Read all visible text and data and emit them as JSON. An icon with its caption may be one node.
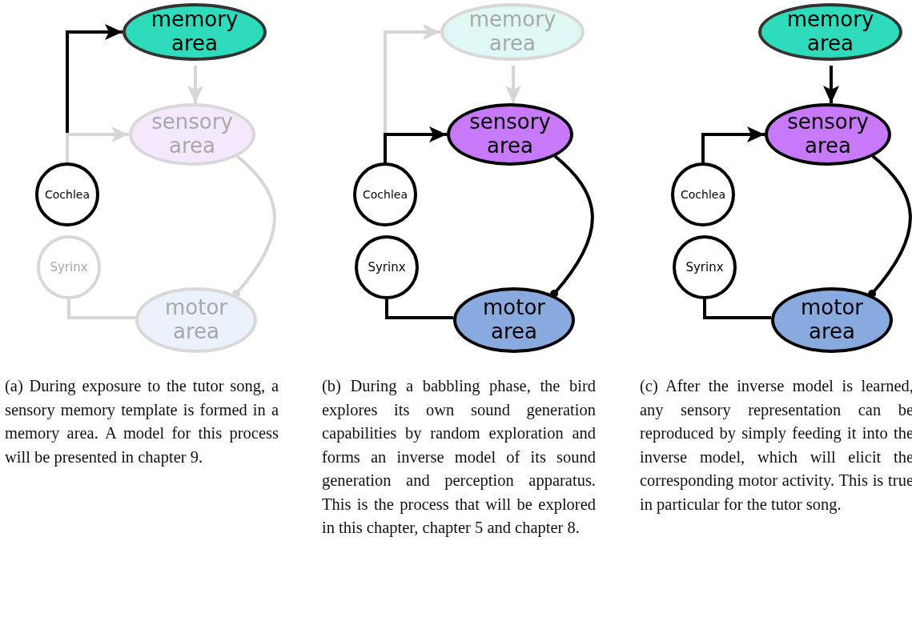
{
  "diagram": {
    "nodes": [
      {
        "text": [
          "memory area"
        ]
      },
      {
        "text": [
          "sensory area"
        ]
      },
      {
        "text": [
          "Cochlea"
        ]
      },
      {
        "text": [
          "Syrinx"
        ]
      },
      {
        "text": [
          "motor area"
        ]
      },
      {
        "text": [
          "memory area"
        ]
      },
      {
        "text": [
          "sensory area"
        ]
      },
      {
        "text": [
          "Cochlea"
        ]
      },
      {
        "text": [
          "Syrinx"
        ]
      },
      {
        "text": [
          "motor area"
        ]
      },
      {
        "text": [
          "memory area"
        ]
      },
      {
        "text": [
          "sensory area"
        ]
      },
      {
        "text": [
          "Cochlea"
        ]
      },
      {
        "text": [
          "Syrinx"
        ]
      },
      {
        "text": [
          "motor area"
        ]
      }
    ],
    "edges": [
      {
        "from": 2,
        "to": 0,
        "arrow": "to"
      },
      {
        "from": 2,
        "to": 1,
        "arrow": "to",
        "color": "#d6d6d6"
      },
      {
        "from": 0,
        "to": 1,
        "arrow": "to",
        "color": "#d6d6d6"
      },
      {
        "from": 1,
        "to": 4,
        "arrow": "other",
        "color": "#d6d6d6"
      },
      {
        "from": 3,
        "to": 4,
        "arrow": "none",
        "color": "#d6d6d6"
      },
      {
        "from": 7,
        "to": 5,
        "arrow": "to",
        "color": "#d6d6d6"
      },
      {
        "from": 7,
        "to": 6,
        "arrow": "to"
      },
      {
        "from": 5,
        "to": 6,
        "arrow": "to",
        "color": "#d6d6d6"
      },
      {
        "from": 6,
        "to": 9,
        "arrow": "other"
      },
      {
        "from": 8,
        "to": 9,
        "arrow": "none"
      },
      {
        "from": 10,
        "to": 11,
        "arrow": "to"
      },
      {
        "from": 12,
        "to": 11,
        "arrow": "to"
      },
      {
        "from": 11,
        "to": 14,
        "arrow": "other"
      },
      {
        "from": 13,
        "to": 14,
        "arrow": "none"
      }
    ],
    "labels": [
      "(a) During exposure to the tutor song, a sensory memory template is formed in a memory area. A model for this process will be presented in chapter 9.",
      "(b) During a babbling phase, the bird explores its own sound generation capabilities by random exploration and forms an inverse model of its sound generation and perception apparatus. This is the process that will be explored in this chapter, chapter 5 and chapter 8.",
      "(c) After the inverse model is learned, any sensory representation can be reproduced by simply feeding it into the inverse model, which will elicit the corresponding motor activity. This is true in particular for the tutor song."
    ]
  }
}
